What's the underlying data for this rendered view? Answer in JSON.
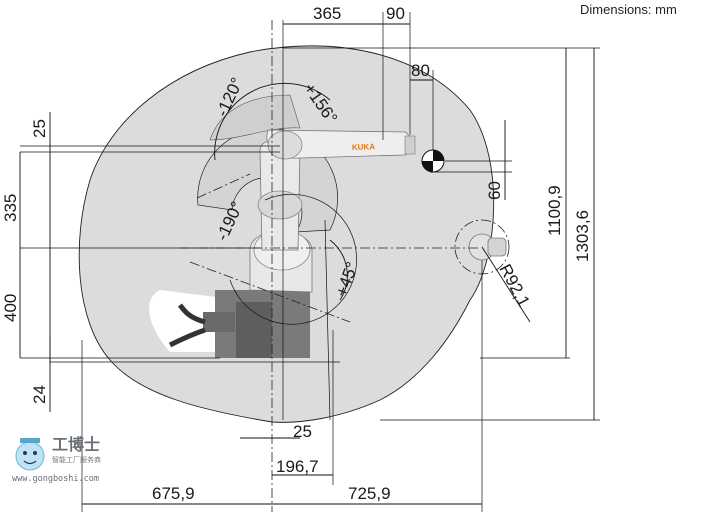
{
  "title": "Dimensions: mm",
  "top_dimensions": [
    "365",
    "90",
    "80"
  ],
  "angles": [
    "-120°",
    "+156°",
    "-190°",
    "+45°"
  ],
  "left_dimensions": [
    "25",
    "335",
    "400",
    "24"
  ],
  "right_dimensions": [
    "60",
    "1100,9",
    "1303,6"
  ],
  "radius_label": "R92,1",
  "bottom_dimensions": [
    "25",
    "196,7",
    "675,9",
    "725,9"
  ],
  "brand_text": "KUKA",
  "watermark": {
    "name": "工博士",
    "subtitle": "智能工厂服务商",
    "url": "www.gongboshi.com"
  }
}
